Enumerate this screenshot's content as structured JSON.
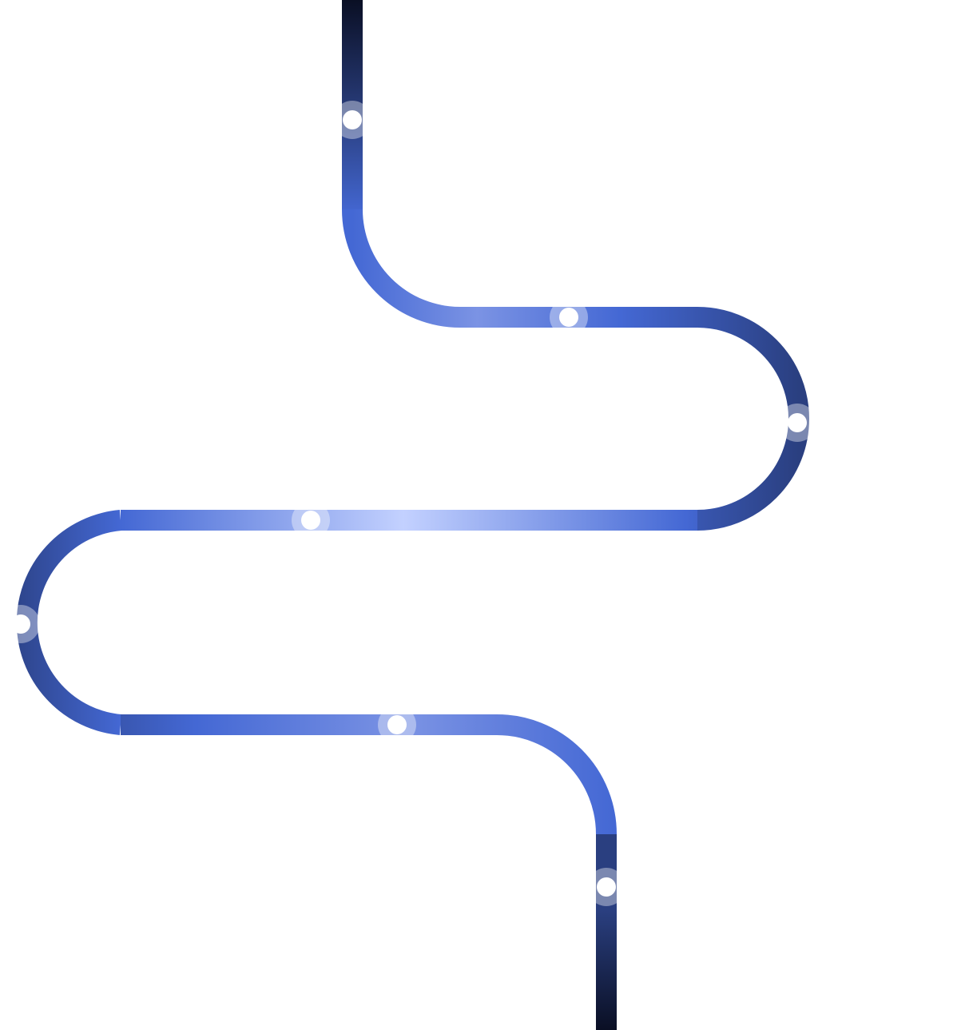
{
  "diagram": {
    "type": "winding-path-timeline",
    "background": "#ffffff",
    "path_colors": {
      "dark": "#0a0f24",
      "navy": "#2a3f80",
      "royal": "#4468d4",
      "light": "#7b93e4",
      "pale": "#c3d1ff"
    },
    "node_color": "#ffffff",
    "node_count": 7,
    "nodes": [
      {
        "id": "node-1",
        "segment": "top-vertical"
      },
      {
        "id": "node-2",
        "segment": "upper-horizontal"
      },
      {
        "id": "node-3",
        "segment": "right-curve"
      },
      {
        "id": "node-4",
        "segment": "middle-horizontal"
      },
      {
        "id": "node-5",
        "segment": "left-curve"
      },
      {
        "id": "node-6",
        "segment": "lower-horizontal"
      },
      {
        "id": "node-7",
        "segment": "bottom-vertical"
      }
    ]
  }
}
